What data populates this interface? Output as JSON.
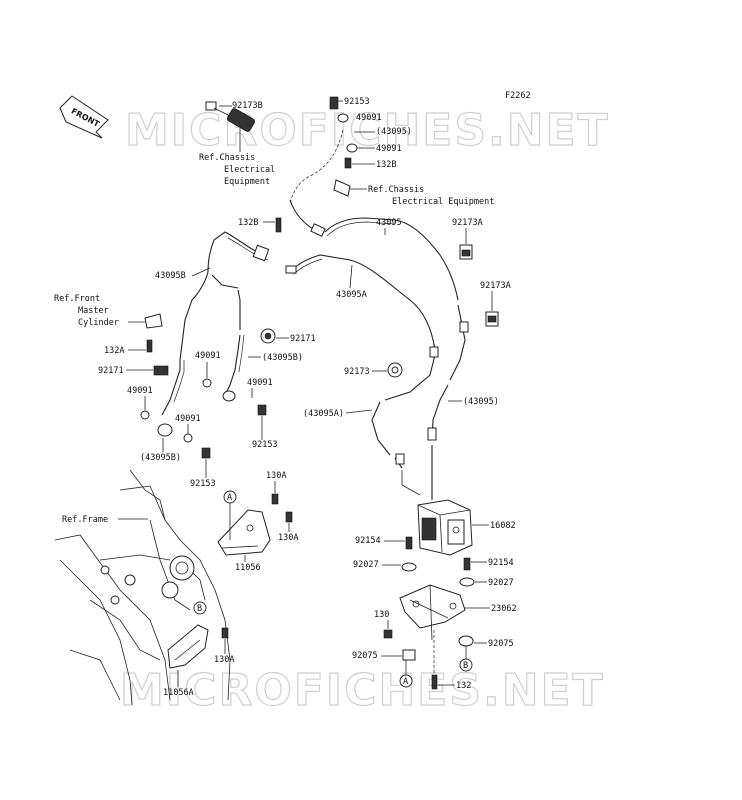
{
  "diagram_id": "F2262",
  "watermark": "MICROFICHES.NET",
  "front_label": "FRONT",
  "labels": {
    "p92173B": "92173B",
    "ref_chassis_1a": "Ref.Chassis",
    "ref_chassis_1b": "Electrical",
    "ref_chassis_1c": "Equipment",
    "p92153_top": "92153",
    "p49091_a": "49091",
    "p43095_paren_top": "(43095)",
    "p49091_b": "49091",
    "p132B_top": "132B",
    "ref_chassis_2a": "Ref.Chassis",
    "ref_chassis_2b": "Electrical Equipment",
    "p132B_left": "132B",
    "p43095_top": "43095",
    "p92173A_1": "92173A",
    "p43095B": "43095B",
    "p43095A": "43095A",
    "p92173A_2": "92173A",
    "ref_front_a": "Ref.Front",
    "ref_front_b": "Master",
    "ref_front_c": "Cylinder",
    "p92171_right": "92171",
    "p132A": "132A",
    "p49091_c": "49091",
    "p43095B_paren_1": "(43095B)",
    "p92171_left": "92171",
    "p92173": "92173",
    "p49091_d": "49091",
    "p49091_e": "49091",
    "p43095A_paren": "(43095A)",
    "p43095_paren_right": "(43095)",
    "p49091_f": "49091",
    "p92153_mid": "92153",
    "p43095B_paren_2": "(43095B)",
    "p92153_low": "92153",
    "p130A_1": "130A",
    "ref_frame": "Ref.Frame",
    "p130A_2": "130A",
    "p16082": "16082",
    "p11056": "11056",
    "p92154_left": "92154",
    "p92154_right": "92154",
    "p92027_left": "92027",
    "p92027_right": "92027",
    "p23062": "23062",
    "p130": "130",
    "p92075_right": "92075",
    "p92075_left": "92075",
    "p130A_3": "130A",
    "p11056A": "11056A",
    "p132": "132",
    "ref_A_1": "A",
    "ref_B_1": "B",
    "ref_B_2": "B",
    "ref_A_2": "A"
  }
}
